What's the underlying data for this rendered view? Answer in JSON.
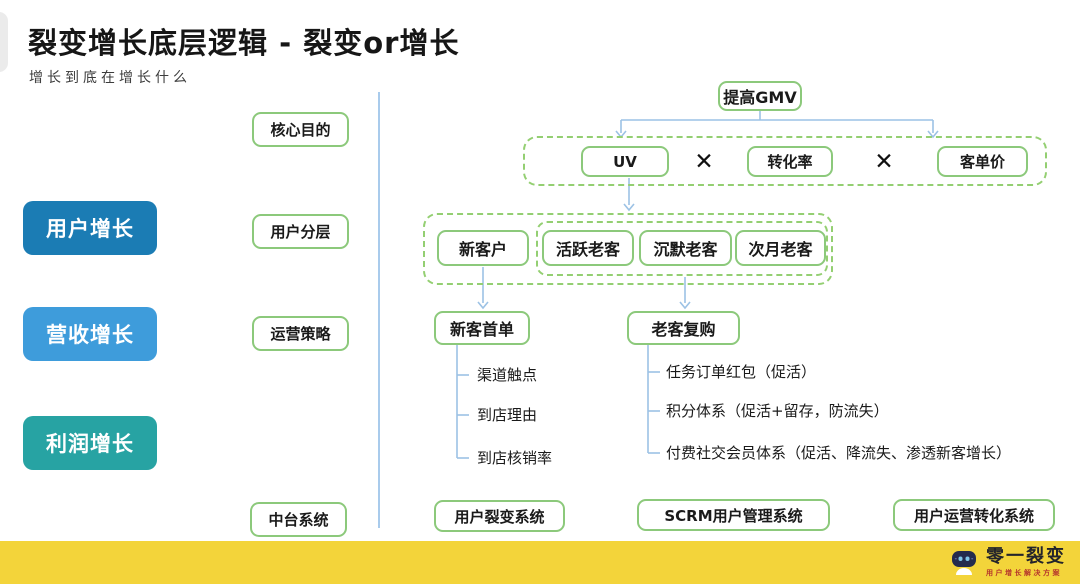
{
  "header": {
    "title": "裂变增长底层逻辑 - 裂变or增长",
    "subtitle": "增长到底在增长什么"
  },
  "left_rows": [
    {
      "label": "用户增长",
      "color": "#1b7cb4"
    },
    {
      "label": "营收增长",
      "color": "#3e9cdb"
    },
    {
      "label": "利润增长",
      "color": "#27a3a3"
    }
  ],
  "stages": [
    "核心目的",
    "用户分层",
    "运营策略",
    "中台系统"
  ],
  "flow": {
    "goal": "提高GMV",
    "times": "✕",
    "formula": [
      "UV",
      "转化率",
      "客单价"
    ],
    "customer_groups": {
      "new": "新客户",
      "old": [
        "活跃老客",
        "沉默老客",
        "次月老客"
      ]
    },
    "branches": {
      "new": {
        "title": "新客首单",
        "items": [
          "渠道触点",
          "到店理由",
          "到店核销率"
        ]
      },
      "old": {
        "title": "老客复购",
        "items": [
          "任务订单红包（促活）",
          "积分体系（促活+留存，防流失）",
          "付费社交会员体系（促活、降流失、渗透新客增长）"
        ]
      }
    }
  },
  "systems": [
    "用户裂变系统",
    "SCRM用户管理系统",
    "用户运营转化系统"
  ],
  "footer": {
    "brand": "零一裂变",
    "tagline": "用户增长解决方案"
  },
  "colors": {
    "green_border": "#8cc97b",
    "green_dashed": "#94cf72",
    "connector_blue": "#9cc2e5",
    "footer_yellow": "#f3d43a",
    "row_user_growth": "#1b7cb4",
    "row_revenue_growth": "#3e9cdb",
    "row_profit_growth": "#27a3a3"
  }
}
